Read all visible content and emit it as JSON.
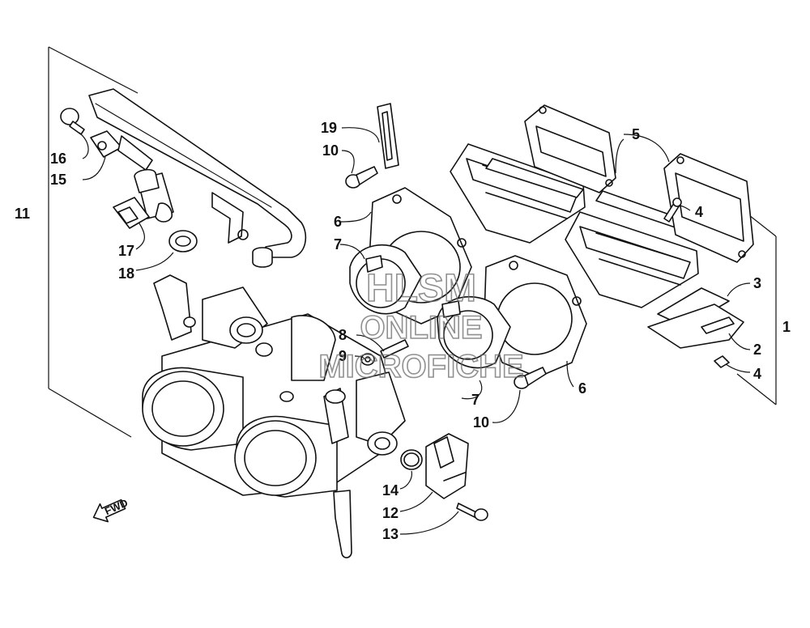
{
  "diagram": {
    "labels": {
      "p1": "1",
      "p2": "2",
      "p3": "3",
      "p4a": "4",
      "p4b": "4",
      "p5": "5",
      "p6a": "6",
      "p6b": "6",
      "p7a": "7",
      "p7b": "7",
      "p8": "8",
      "p9": "9",
      "p10a": "10",
      "p10b": "10",
      "p11": "11",
      "p12": "12",
      "p13": "13",
      "p14": "14",
      "p15": "15",
      "p16": "16",
      "p17": "17",
      "p18": "18",
      "p19": "19"
    },
    "fwd_arrow": {
      "text": "FWD",
      "icon": "fwd-arrow-icon"
    },
    "watermark": {
      "line1": "HLSM",
      "line2": "ONLINE",
      "line3": "MICROFICHE"
    }
  }
}
